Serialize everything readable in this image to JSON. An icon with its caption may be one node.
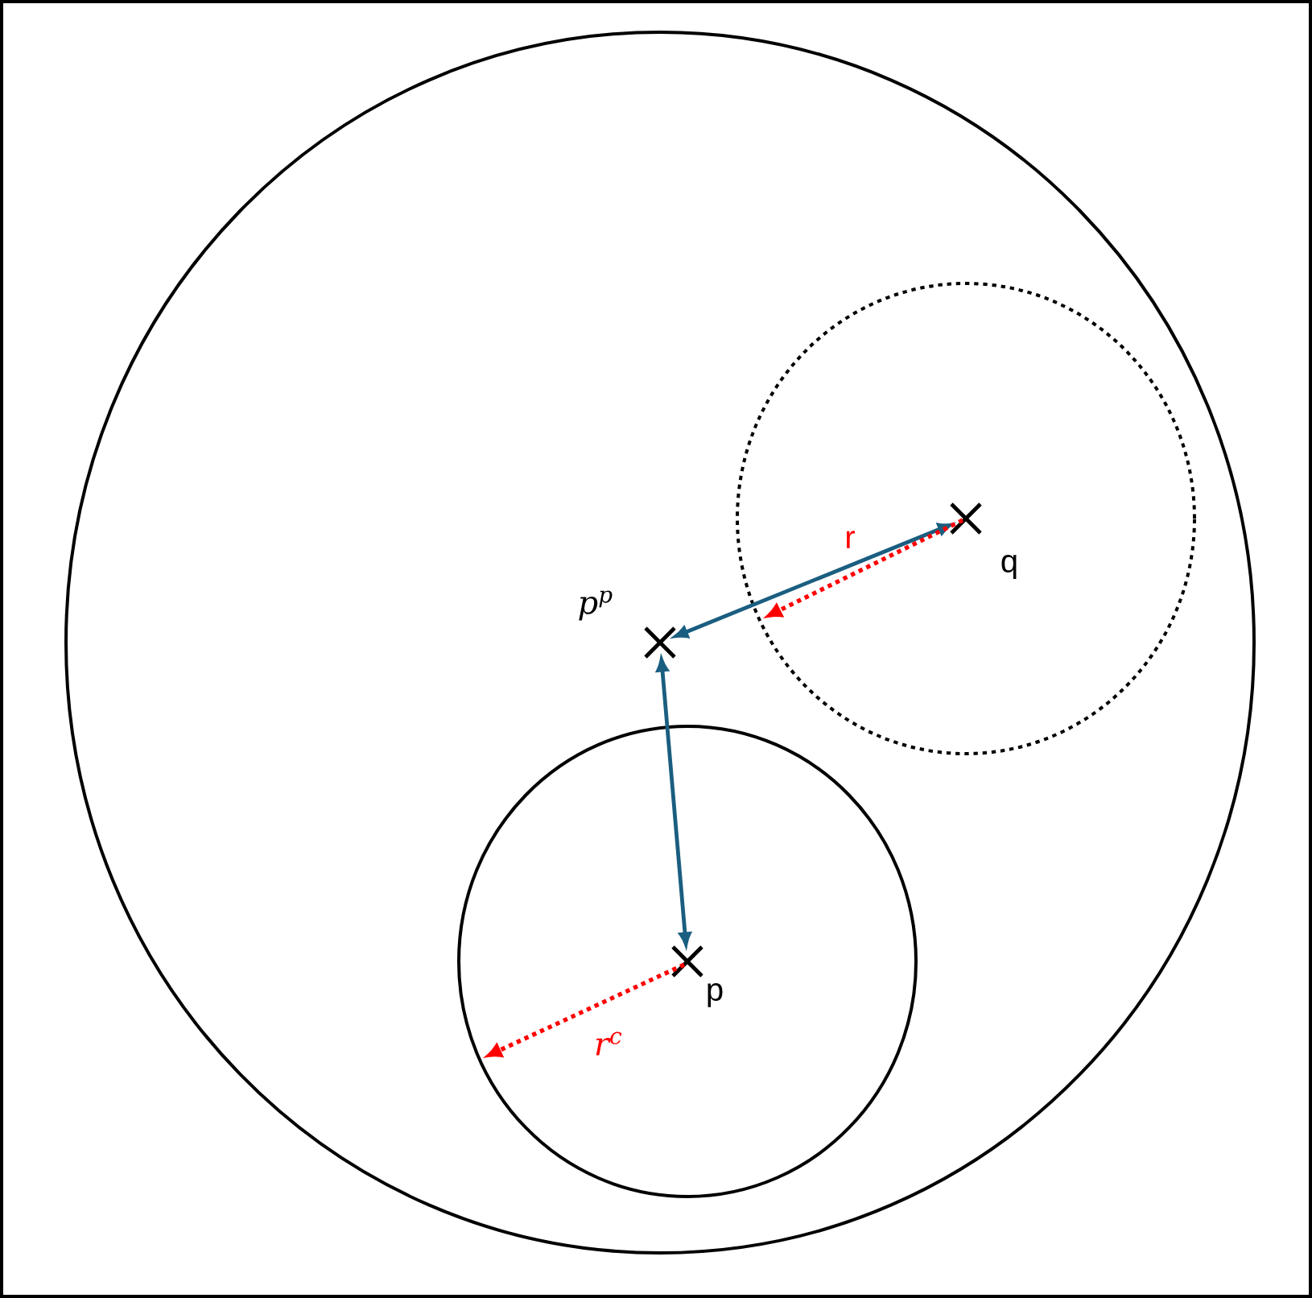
{
  "diagram": {
    "nodes": [
      {
        "text": [],
        "shape": "circle"
      },
      {
        "text": [],
        "shape": "circle",
        "in": 0
      },
      {
        "text": [],
        "shape": "circle",
        "in": 0
      },
      {
        "text": [
          "q"
        ],
        "in": 1
      },
      {
        "text": [
          "p$^{p}$"
        ],
        "in": 0
      },
      {
        "text": [
          "p"
        ],
        "in": 2
      }
    ],
    "edges": [
      {
        "from": 3,
        "to": 4,
        "arrow": "both"
      },
      {
        "from": 4,
        "to": 5,
        "arrow": "both"
      }
    ],
    "labels": [
      "r",
      "r$^{c}$"
    ]
  }
}
